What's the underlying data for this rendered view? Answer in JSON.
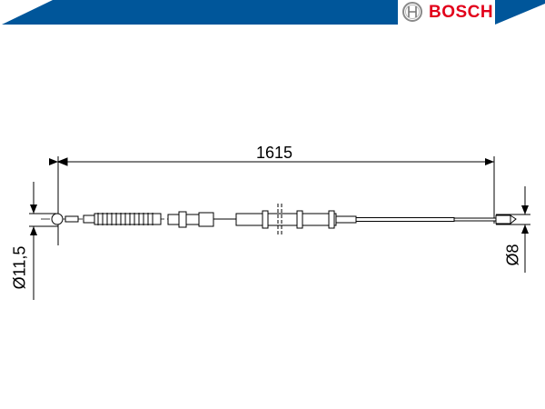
{
  "header": {
    "brand": "BOSCH",
    "brand_color": "#e2001a",
    "band_color": "#00569a",
    "logo_icon": "bosch-armature-icon"
  },
  "drawing": {
    "length_label": "1615",
    "left_diameter_label": "Ø11,5",
    "right_diameter_label": "Ø8"
  }
}
